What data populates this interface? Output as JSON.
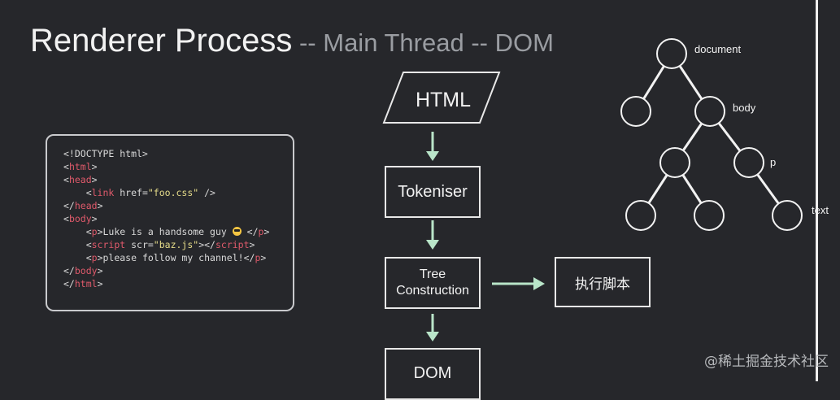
{
  "title": {
    "main": "Renderer Process",
    "sub": " -- Main Thread -- DOM"
  },
  "code_lines": [
    [
      {
        "t": "<!DOCTYPE html>",
        "c": "plain"
      }
    ],
    [
      {
        "t": "<",
        "c": "plain"
      },
      {
        "t": "html",
        "c": "tag"
      },
      {
        "t": ">",
        "c": "plain"
      }
    ],
    [
      {
        "t": "<",
        "c": "plain"
      },
      {
        "t": "head",
        "c": "tag"
      },
      {
        "t": ">",
        "c": "plain"
      }
    ],
    [
      {
        "t": "    <",
        "c": "plain"
      },
      {
        "t": "link",
        "c": "tag"
      },
      {
        "t": " href=",
        "c": "attr"
      },
      {
        "t": "\"foo.css\"",
        "c": "str"
      },
      {
        "t": " />",
        "c": "plain"
      }
    ],
    [
      {
        "t": "</",
        "c": "plain"
      },
      {
        "t": "head",
        "c": "tag"
      },
      {
        "t": ">",
        "c": "plain"
      }
    ],
    [
      {
        "t": "<",
        "c": "plain"
      },
      {
        "t": "body",
        "c": "tag"
      },
      {
        "t": ">",
        "c": "plain"
      }
    ],
    [
      {
        "t": "    <",
        "c": "plain"
      },
      {
        "t": "p",
        "c": "tag"
      },
      {
        "t": ">Luke is a handsome guy ",
        "c": "plain"
      },
      {
        "t": "emoji",
        "c": "emoji"
      },
      {
        "t": " </",
        "c": "plain"
      },
      {
        "t": "p",
        "c": "tag"
      },
      {
        "t": ">",
        "c": "plain"
      }
    ],
    [
      {
        "t": "    <",
        "c": "plain"
      },
      {
        "t": "script",
        "c": "tag"
      },
      {
        "t": " scr=",
        "c": "attr"
      },
      {
        "t": "\"baz.js\"",
        "c": "str"
      },
      {
        "t": "></",
        "c": "plain"
      },
      {
        "t": "script",
        "c": "tag"
      },
      {
        "t": ">",
        "c": "plain"
      }
    ],
    [
      {
        "t": "    <",
        "c": "plain"
      },
      {
        "t": "p",
        "c": "tag"
      },
      {
        "t": ">please follow my channel!</",
        "c": "plain"
      },
      {
        "t": "p",
        "c": "tag"
      },
      {
        "t": ">",
        "c": "plain"
      }
    ],
    [
      {
        "t": "</",
        "c": "plain"
      },
      {
        "t": "body",
        "c": "tag"
      },
      {
        "t": ">",
        "c": "plain"
      }
    ],
    [
      {
        "t": "</",
        "c": "plain"
      },
      {
        "t": "html",
        "c": "tag"
      },
      {
        "t": ">",
        "c": "plain"
      }
    ]
  ],
  "flow": {
    "html": "HTML",
    "tokeniser": "Tokeniser",
    "tree_line1": "Tree",
    "tree_line2": "Construction",
    "script": "执行脚本",
    "dom": "DOM"
  },
  "tree_labels": {
    "document": "document",
    "body": "body",
    "p": "p",
    "text": "text"
  },
  "watermark": "@稀土掘金技术社区",
  "colors": {
    "background": "#26272b",
    "arrow": "#b9e5c9",
    "box_border": "#e8e8e8",
    "tag": "#e05a6b",
    "string": "#e6dc8a"
  }
}
